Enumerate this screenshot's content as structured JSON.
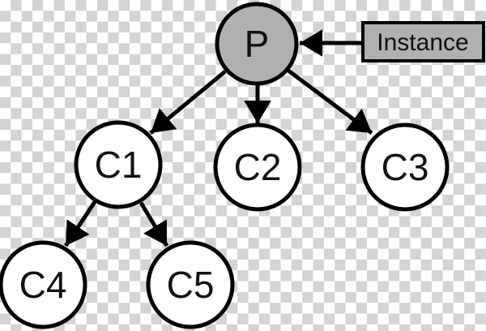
{
  "diagram": {
    "type": "tree",
    "nodes": {
      "p": {
        "label": "P",
        "role": "parent"
      },
      "c1": {
        "label": "C1",
        "role": "child"
      },
      "c2": {
        "label": "C2",
        "role": "child"
      },
      "c3": {
        "label": "C3",
        "role": "child"
      },
      "c4": {
        "label": "C4",
        "role": "child"
      },
      "c5": {
        "label": "C5",
        "role": "child"
      }
    },
    "edges": [
      {
        "from": "P",
        "to": "C1"
      },
      {
        "from": "P",
        "to": "C2"
      },
      {
        "from": "P",
        "to": "C3"
      },
      {
        "from": "C1",
        "to": "C4"
      },
      {
        "from": "C1",
        "to": "C5"
      }
    ],
    "annotation": {
      "label": "Instance",
      "target": "P"
    },
    "colors": {
      "parent_fill": "#b0b0b0",
      "child_fill": "#ffffff",
      "outline": "#000000",
      "annotation_fill": "#b0b0b0",
      "checker_light": "#ffffff",
      "checker_dark": "#d4d4d4"
    }
  }
}
